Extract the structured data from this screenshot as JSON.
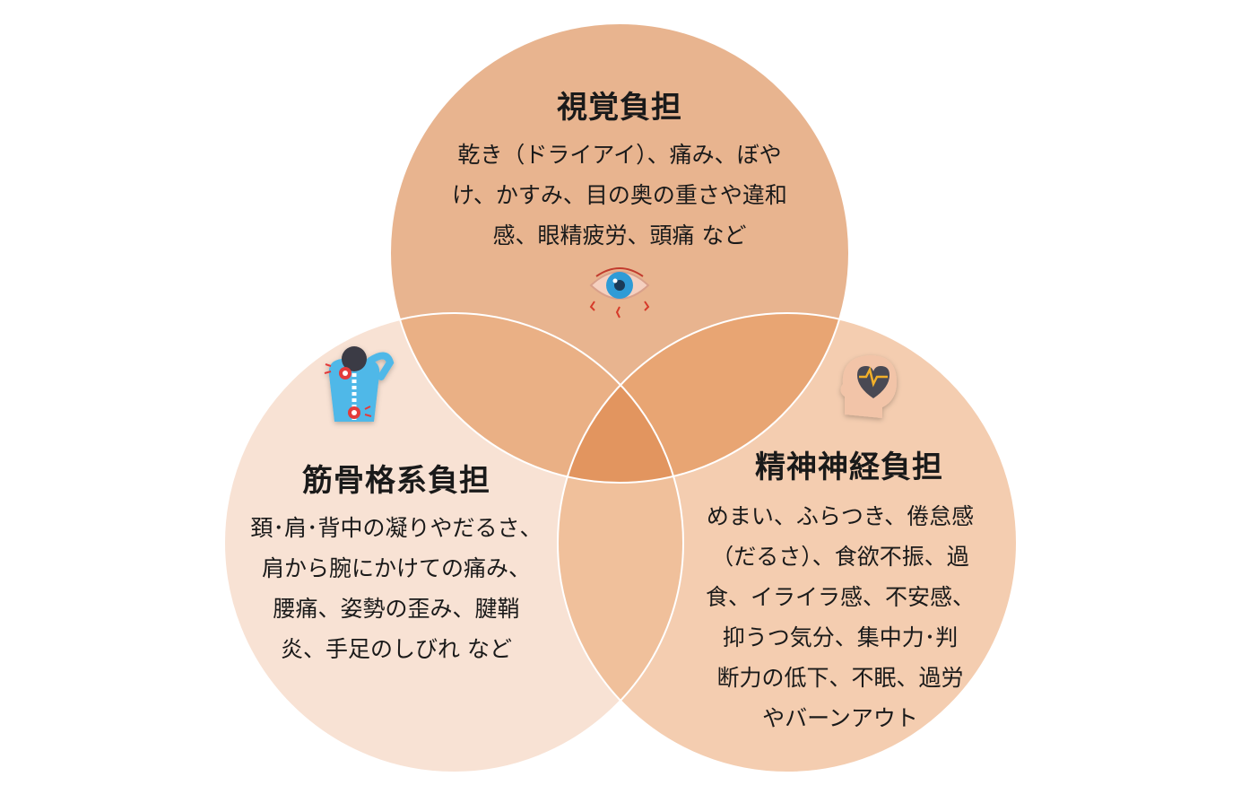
{
  "colors": {
    "top": "#e8b48f",
    "left": "#f8e2d4",
    "right": "#f4cdb0",
    "top_left": "#eab085",
    "top_right": "#e8a573",
    "left_right": "#f0c09b",
    "center": "#e2955f",
    "outline": "#ffffff"
  },
  "circles": {
    "top": {
      "title": "視覚負担",
      "lines": [
        "乾き（ドライアイ）、痛み、ぼや",
        "け、かすみ、目の奥の重さや違和",
        "感、眼精疲労、頭痛  など"
      ],
      "icon": "eye-strain-icon"
    },
    "left": {
      "title": "筋骨格系負担",
      "lines": [
        "頚･肩･背中の凝りやだるさ、",
        "肩から腕にかけての痛み、",
        "腰痛、姿勢の歪み、腱鞘",
        "炎、手足のしびれ  など"
      ],
      "icon": "back-pain-icon"
    },
    "right": {
      "title": "精神神経負担",
      "lines": [
        "めまい、ふらつき、倦怠感",
        "（だるさ）、食欲不振、過",
        "食、イライラ感、不安感、",
        "抑うつ気分、集中力･判",
        "断力の低下、不眠、過労",
        "やバーンアウト"
      ],
      "icon": "mental-health-icon"
    }
  }
}
